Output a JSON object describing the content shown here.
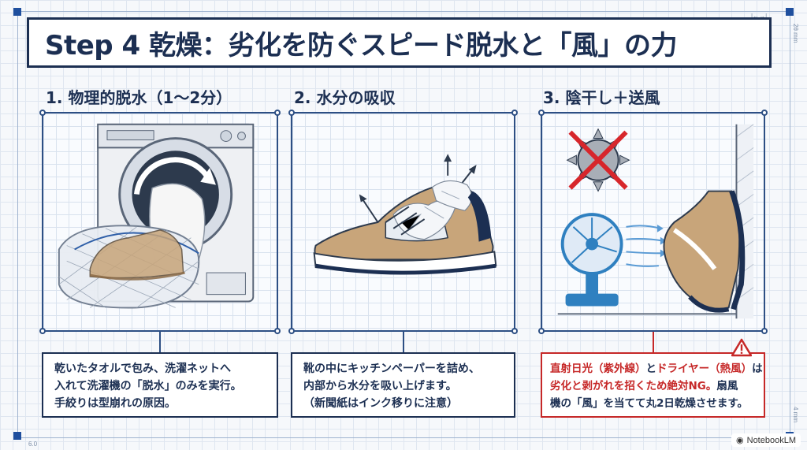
{
  "title": "Step 4 乾燥：劣化を防ぐスピード脱水と「風」の力",
  "steps": [
    {
      "label": "1. 物理的脱水（1〜2分）",
      "caption_lines": [
        "乾いたタオルで包み、洗濯ネットへ",
        "入れて洗濯機の「脱水」のみを実行。",
        "手絞りは型崩れの原因。"
      ]
    },
    {
      "label": "2. 水分の吸収",
      "caption_lines": [
        "靴の中にキッチンペーパーを詰め、",
        "内部から水分を吸い上げます。",
        "（新聞紙はインク移りに注意）"
      ]
    },
    {
      "label": "3. 陰干し＋送風",
      "caption_warn": {
        "red_1": "直射日光（紫外線）",
        "mid_1": "と",
        "red_2": "ドライヤー（熱風）",
        "end_1": "は",
        "red_3": "劣化と剥がれを招くため絶対NG。",
        "end_2": "扇風",
        "line_3": "機の「風」を当てて丸2日乾燥させます。"
      }
    }
  ],
  "colors": {
    "navy": "#1c2f52",
    "warning_red": "#c62828",
    "shoe_tan": "#c8a57a",
    "fan_blue": "#2f80c0"
  },
  "icons": [
    "washing-machine",
    "shoe-mesh-bag",
    "shoe-paper",
    "sun-crossed",
    "electric-fan",
    "warning-triangle"
  ],
  "ruler": {
    "top_right": "|←→|",
    "right_top": "2θ mm",
    "right_bottom": "4 mm",
    "bottom_left": "6.0"
  },
  "watermark": "NotebookLM"
}
